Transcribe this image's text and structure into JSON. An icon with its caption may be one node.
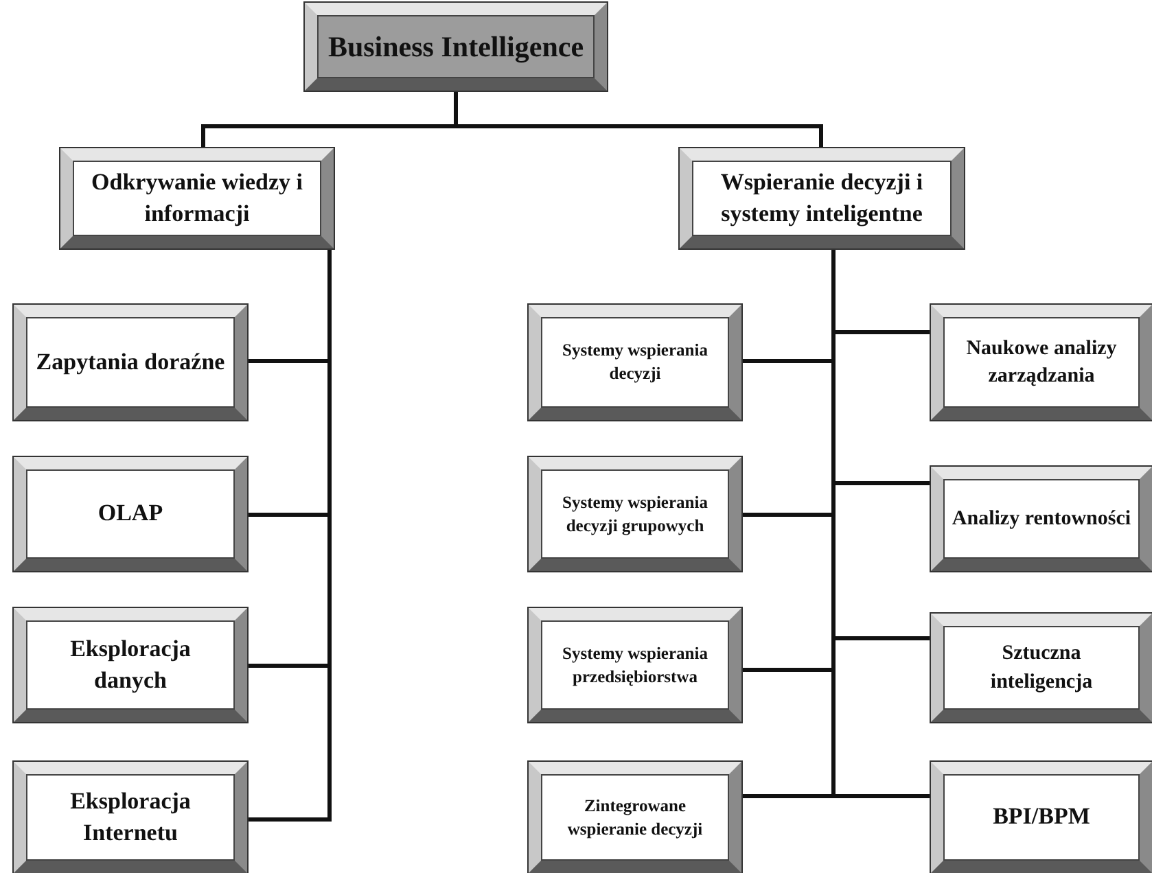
{
  "diagram": {
    "nodes": [
      {
        "text": [
          "Business Intelligence"
        ]
      },
      {
        "text": [
          "Odkrywanie wiedzy i informacji"
        ]
      },
      {
        "text": [
          "Wspieranie decyzji i systemy inteligentne"
        ]
      },
      {
        "text": [
          "Zapytania doraźne"
        ]
      },
      {
        "text": [
          "OLAP"
        ]
      },
      {
        "text": [
          "Eksploracja danych"
        ]
      },
      {
        "text": [
          "Eksploracja Internetu"
        ]
      },
      {
        "text": [
          "Systemy wspierania decyzji"
        ]
      },
      {
        "text": [
          "Naukowe analizy zarządzania"
        ]
      },
      {
        "text": [
          "Systemy wspierania decyzji grupowych"
        ]
      },
      {
        "text": [
          "Analizy rentowności"
        ]
      },
      {
        "text": [
          "Systemy wspierania przedsiębiorstwa"
        ]
      },
      {
        "text": [
          "Sztuczna inteligencja"
        ]
      },
      {
        "text": [
          "Zintegrowane wspieranie decyzji"
        ]
      },
      {
        "text": [
          "BPI/BPM"
        ]
      }
    ],
    "edges": [
      {
        "from": 0,
        "to": 1,
        "arrow": "none"
      },
      {
        "from": 0,
        "to": 2,
        "arrow": "none"
      },
      {
        "from": 1,
        "to": 3,
        "arrow": "none"
      },
      {
        "from": 1,
        "to": 4,
        "arrow": "none"
      },
      {
        "from": 1,
        "to": 5,
        "arrow": "none"
      },
      {
        "from": 1,
        "to": 6,
        "arrow": "none"
      },
      {
        "from": 2,
        "to": 7,
        "arrow": "none"
      },
      {
        "from": 2,
        "to": 8,
        "arrow": "none"
      },
      {
        "from": 2,
        "to": 9,
        "arrow": "none"
      },
      {
        "from": 2,
        "to": 10,
        "arrow": "none"
      },
      {
        "from": 2,
        "to": 11,
        "arrow": "none"
      },
      {
        "from": 2,
        "to": 12,
        "arrow": "none"
      },
      {
        "from": 2,
        "to": 13,
        "arrow": "none"
      },
      {
        "from": 2,
        "to": 14,
        "arrow": "none"
      }
    ]
  }
}
